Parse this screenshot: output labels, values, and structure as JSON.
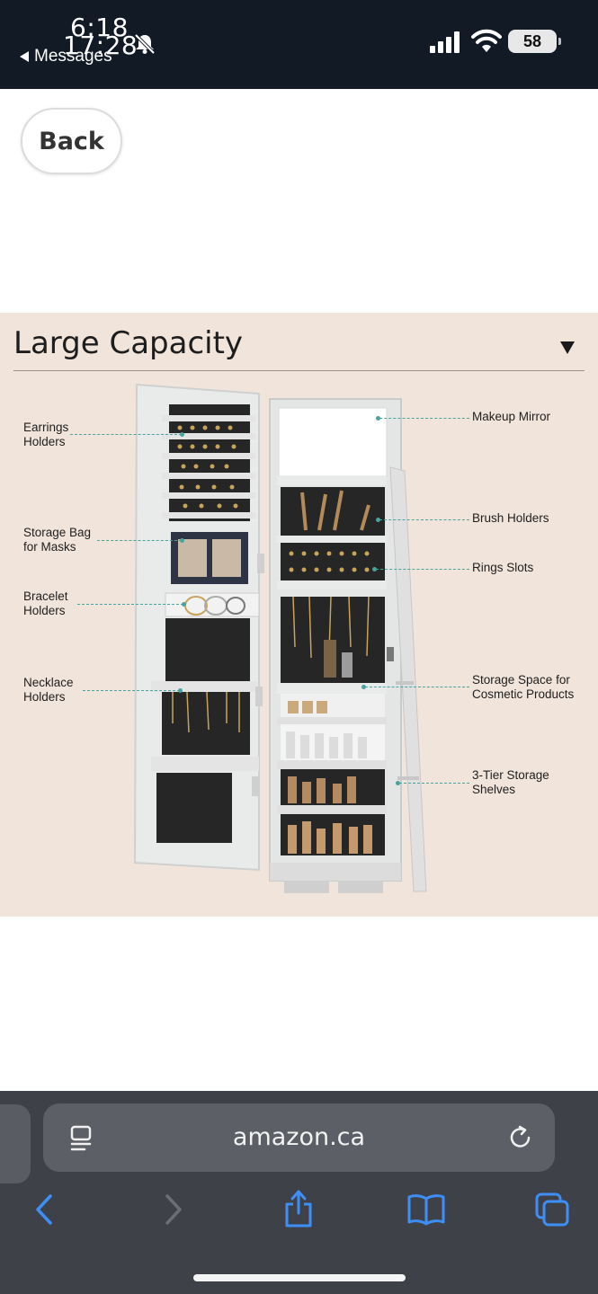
{
  "status_bar": {
    "time_primary": "6:18",
    "time_secondary": "17:28",
    "back_app_label": "Messages",
    "battery": "58"
  },
  "page": {
    "back_button_label": "Back"
  },
  "product_panel": {
    "title": "Large Capacity",
    "callouts": {
      "earrings": "Earrings\nHolders",
      "storage_bag": "Storage Bag\nfor Masks",
      "bracelet": "Bracelet\nHolders",
      "necklace": "Necklace\nHolders",
      "makeup_mirror": "Makeup Mirror",
      "brush_holders": "Brush Holders",
      "rings_slots": "Rings Slots",
      "storage_space": "Storage Space for\nCosmetic Products",
      "shelves": "3-Tier Storage\nShelves"
    }
  },
  "browser": {
    "url": "amazon.ca"
  },
  "colors": {
    "status_bg": "#121a26",
    "panel_bg": "#f1e4db",
    "leader": "#4aa39c",
    "browser_bg": "#3f4148",
    "ios_blue": "#3e8ef7"
  }
}
